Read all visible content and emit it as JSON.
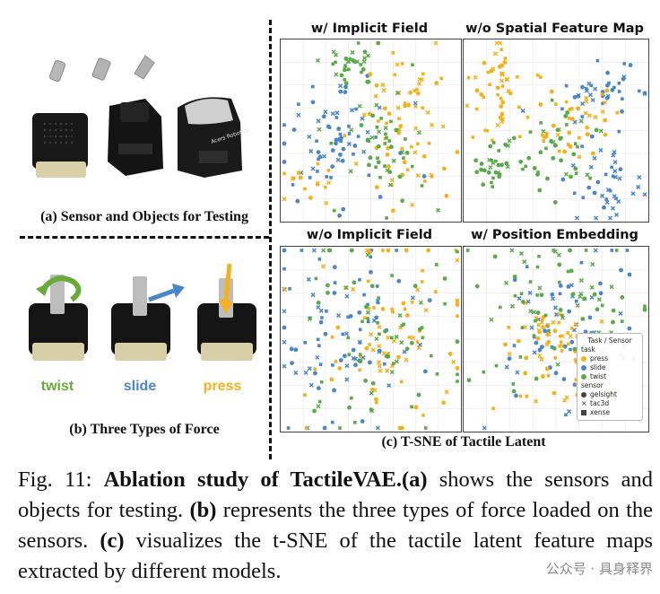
{
  "figure": {
    "left_panels": {
      "a_caption": "(a) Sensor and Objects for Testing",
      "b_caption": "(b) Three Types of Force",
      "forces": [
        {
          "label": "twist",
          "color": "#6aaa3a"
        },
        {
          "label": "slide",
          "color": "#4a86c8"
        },
        {
          "label": "press",
          "color": "#f5b01c"
        }
      ]
    },
    "tsne": {
      "caption": "(c) T-SNE of Tactile Latent",
      "panels": [
        {
          "title": "w/ Implicit Field"
        },
        {
          "title": "w/o Spatial Feature Map"
        },
        {
          "title": "w/o Implicit Field"
        },
        {
          "title": "w/ Position Embedding"
        }
      ],
      "legend": {
        "title": "Task / Sensor",
        "task_header": "task",
        "tasks": [
          {
            "label": "press",
            "color": "#f5b01c"
          },
          {
            "label": "slide",
            "color": "#4a86c8"
          },
          {
            "label": "twist",
            "color": "#5aaa4a"
          }
        ],
        "sensor_header": "sensor",
        "sensors": [
          "gelsight",
          "tac3d",
          "xense"
        ]
      }
    }
  },
  "caption": {
    "prefix": "Fig. 11: ",
    "bold_title": "Ablation study of TactileVAE.",
    "part_a_label": "(a)",
    "part_a_text": " shows the sensors and objects for testing. ",
    "part_b_label": "(b)",
    "part_b_text": " represents the three types of force loaded on the sensors. ",
    "part_c_label": "(c)",
    "part_c_text": " visualizes the t-SNE of the tactile latent feature maps extracted by different models."
  },
  "watermark": "公众号 · 具身释界",
  "colors": {
    "press": "#f5b01c",
    "slide": "#4a86c8",
    "twist": "#5aaa4a"
  }
}
